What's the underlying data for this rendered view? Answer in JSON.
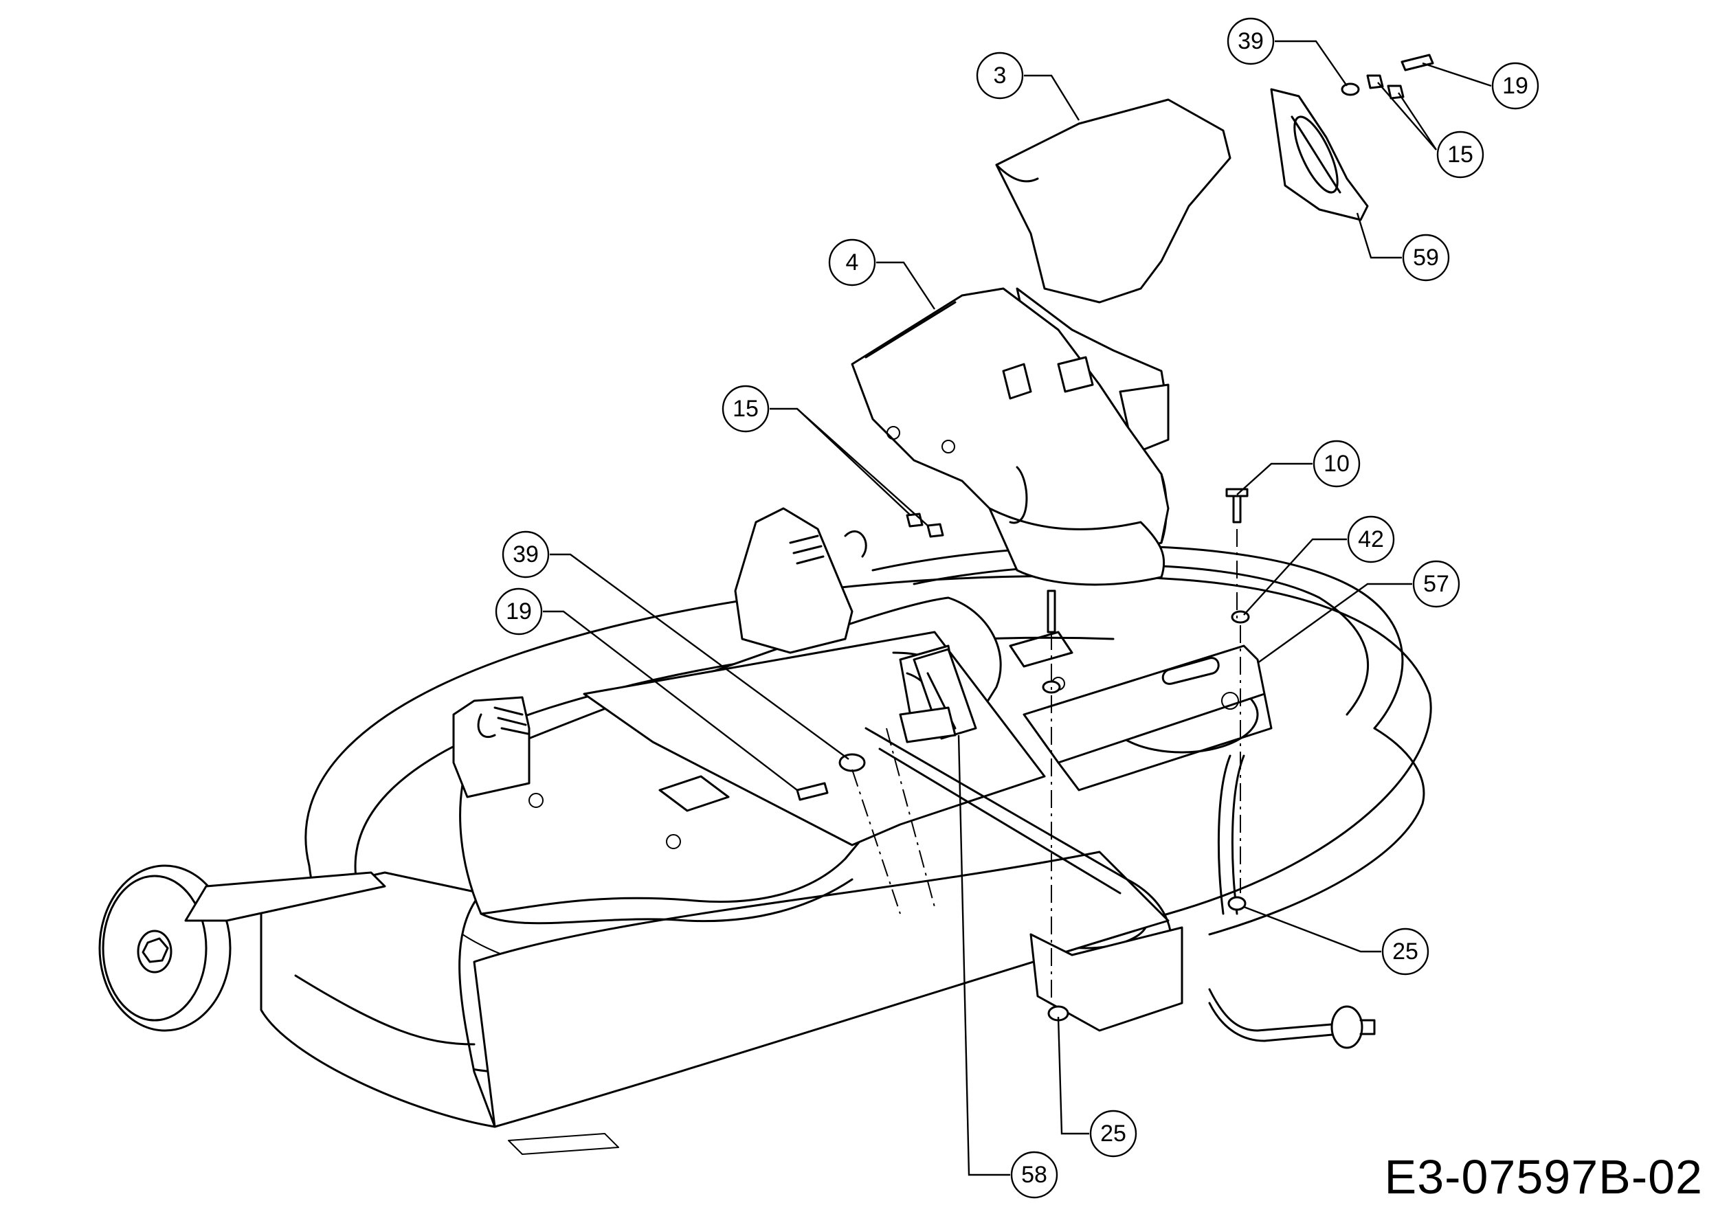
{
  "drawing_code": "E3-07597B-02",
  "callouts": [
    {
      "id": "c3",
      "label": "3"
    },
    {
      "id": "c4",
      "label": "4"
    },
    {
      "id": "c10",
      "label": "10"
    },
    {
      "id": "c15a",
      "label": "15"
    },
    {
      "id": "c15b",
      "label": "15"
    },
    {
      "id": "c19a",
      "label": "19"
    },
    {
      "id": "c19b",
      "label": "19"
    },
    {
      "id": "c25a",
      "label": "25"
    },
    {
      "id": "c25b",
      "label": "25"
    },
    {
      "id": "c39a",
      "label": "39"
    },
    {
      "id": "c39b",
      "label": "39"
    },
    {
      "id": "c42",
      "label": "42"
    },
    {
      "id": "c57",
      "label": "57"
    },
    {
      "id": "c58",
      "label": "58"
    },
    {
      "id": "c59",
      "label": "59"
    }
  ]
}
